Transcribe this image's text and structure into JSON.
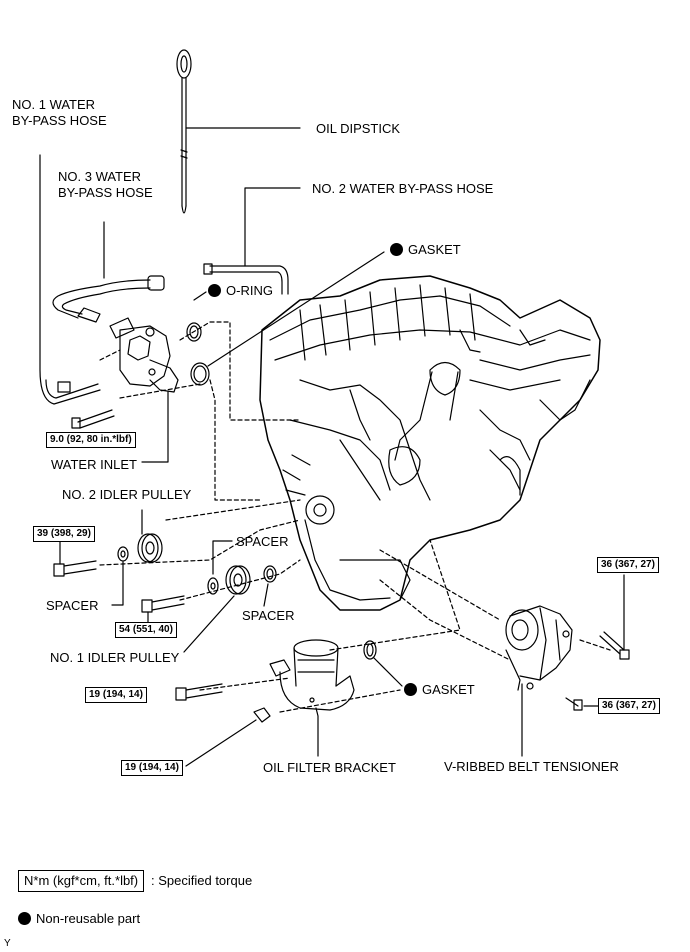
{
  "labels": {
    "no1_water_bypass_hose": [
      "NO. 1 WATER",
      "BY-PASS HOSE"
    ],
    "no3_water_bypass_hose": [
      "NO. 3 WATER",
      "BY-PASS HOSE"
    ],
    "oil_dipstick": "OIL DIPSTICK",
    "no2_water_bypass_hose": "NO. 2 WATER BY-PASS HOSE",
    "gasket_top": "GASKET",
    "o_ring": "O-RING",
    "water_inlet": "WATER INLET",
    "no2_idler_pulley": "NO. 2 IDLER PULLEY",
    "spacer_upper": "SPACER",
    "spacer_left": "SPACER",
    "spacer_right": "SPACER",
    "no1_idler_pulley": "NO. 1 IDLER PULLEY",
    "gasket_bottom": "GASKET",
    "oil_filter_bracket": "OIL FILTER BRACKET",
    "v_ribbed_belt_tensioner": "V-RIBBED BELT TENSIONER"
  },
  "torques": {
    "water_inlet": "9.0 (92, 80 in.*lbf)",
    "no2_idler": "39 (398, 29)",
    "no1_idler": "54 (551, 40)",
    "tensioner_upper": "36 (367, 27)",
    "tensioner_lower": "36 (367, 27)",
    "oil_filter_upper": "19 (194, 14)",
    "oil_filter_lower": "19 (194, 14)"
  },
  "legend": {
    "torque_box": "N*m (kgf*cm, ft.*lbf)",
    "torque_desc": ": Specified torque",
    "nonreusable": "Non-reusable part"
  },
  "corner_mark": "Y"
}
